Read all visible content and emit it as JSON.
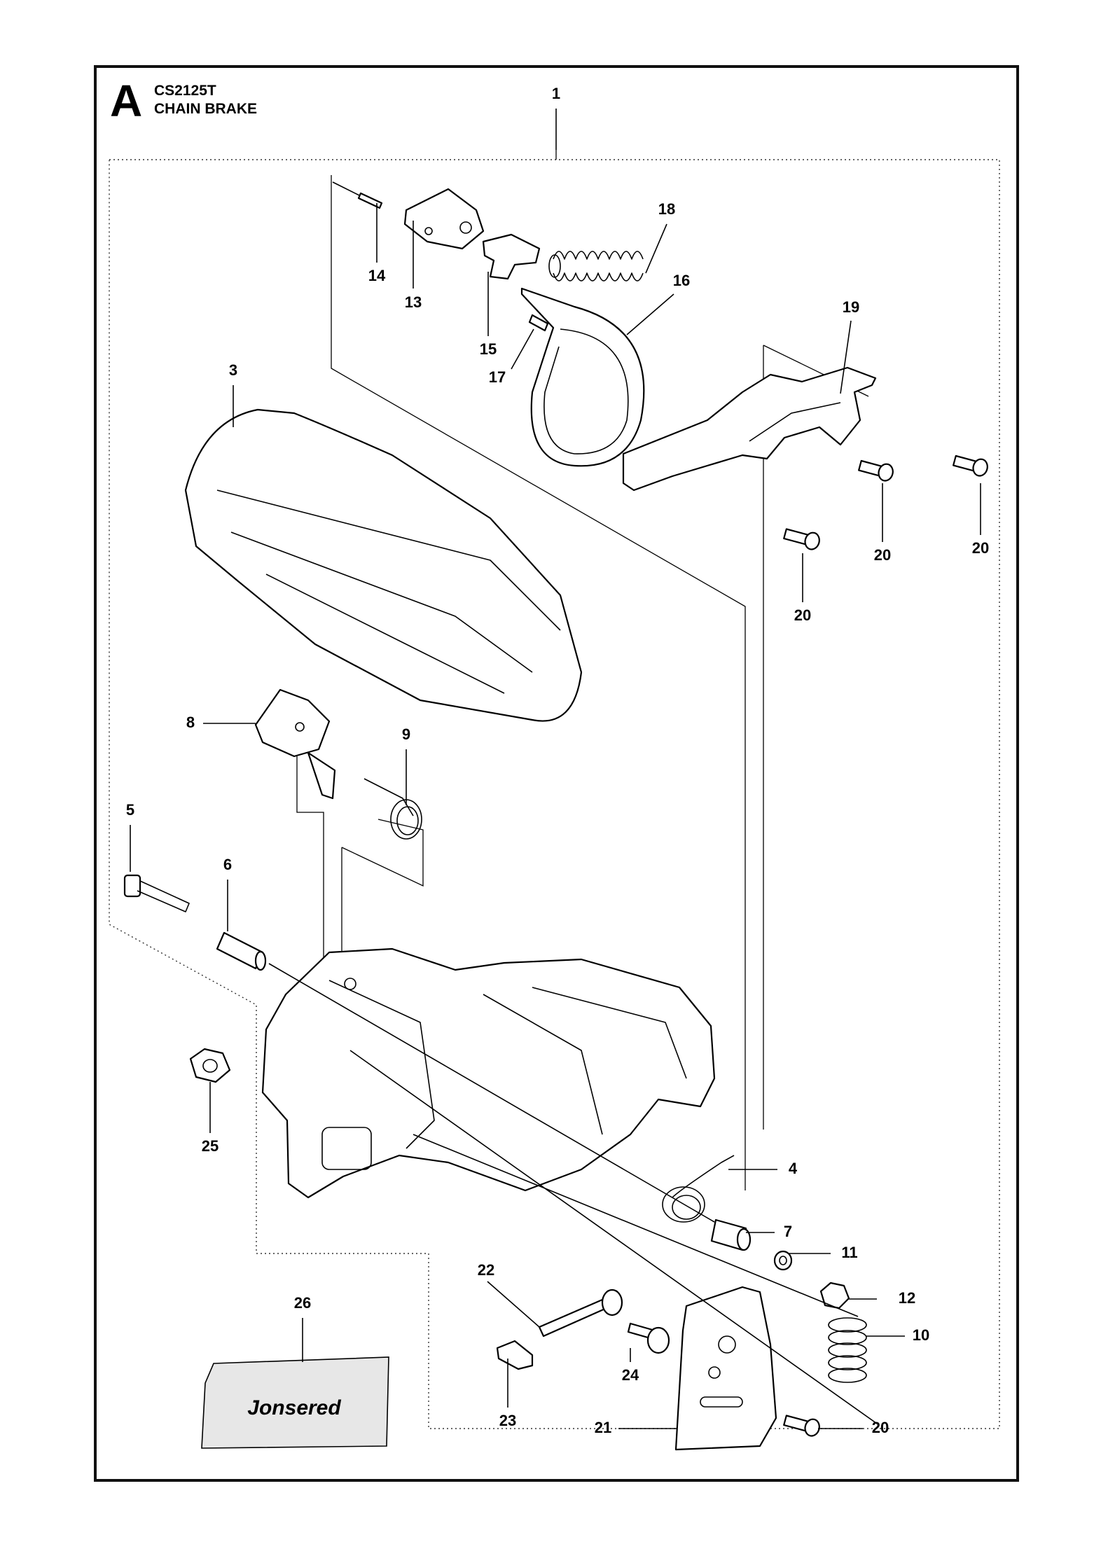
{
  "header": {
    "section_letter": "A",
    "model": "CS2125T",
    "title": "CHAIN BRAKE"
  },
  "label_plate": {
    "brand": "Jonsered"
  },
  "callouts": [
    {
      "id": "c1",
      "label": "1"
    },
    {
      "id": "c3",
      "label": "3"
    },
    {
      "id": "c4",
      "label": "4"
    },
    {
      "id": "c5",
      "label": "5"
    },
    {
      "id": "c6",
      "label": "6"
    },
    {
      "id": "c7",
      "label": "7"
    },
    {
      "id": "c8",
      "label": "8"
    },
    {
      "id": "c9",
      "label": "9"
    },
    {
      "id": "c10",
      "label": "10"
    },
    {
      "id": "c11",
      "label": "11"
    },
    {
      "id": "c12",
      "label": "12"
    },
    {
      "id": "c13",
      "label": "13"
    },
    {
      "id": "c14",
      "label": "14"
    },
    {
      "id": "c15",
      "label": "15"
    },
    {
      "id": "c16",
      "label": "16"
    },
    {
      "id": "c17",
      "label": "17"
    },
    {
      "id": "c18",
      "label": "18"
    },
    {
      "id": "c19",
      "label": "19"
    },
    {
      "id": "c20a",
      "label": "20"
    },
    {
      "id": "c20b",
      "label": "20"
    },
    {
      "id": "c20c",
      "label": "20"
    },
    {
      "id": "c20d",
      "label": "20"
    },
    {
      "id": "c21",
      "label": "21"
    },
    {
      "id": "c22",
      "label": "22"
    },
    {
      "id": "c23",
      "label": "23"
    },
    {
      "id": "c24",
      "label": "24"
    },
    {
      "id": "c25",
      "label": "25"
    },
    {
      "id": "c26",
      "label": "26"
    }
  ]
}
